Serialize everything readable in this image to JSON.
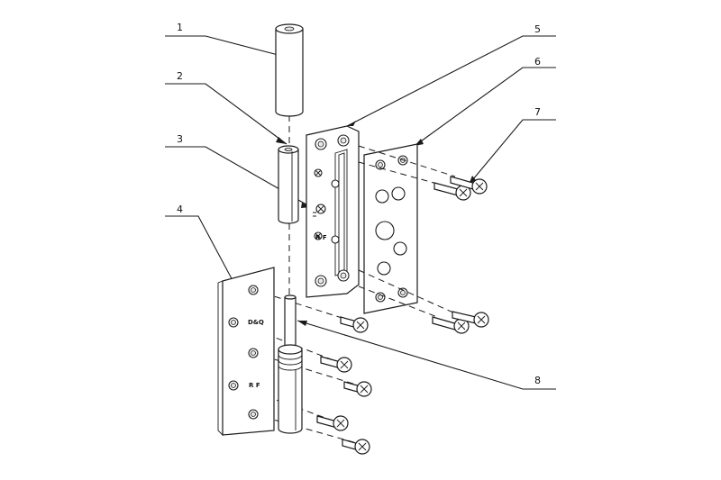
{
  "callouts": [
    "1",
    "2",
    "3",
    "4",
    "5",
    "6",
    "7",
    "8"
  ],
  "stamps": {
    "hinge_leaf_model": "D&Q",
    "hinge_leaf_side": "R F",
    "frame_leaf_side": "R F"
  }
}
